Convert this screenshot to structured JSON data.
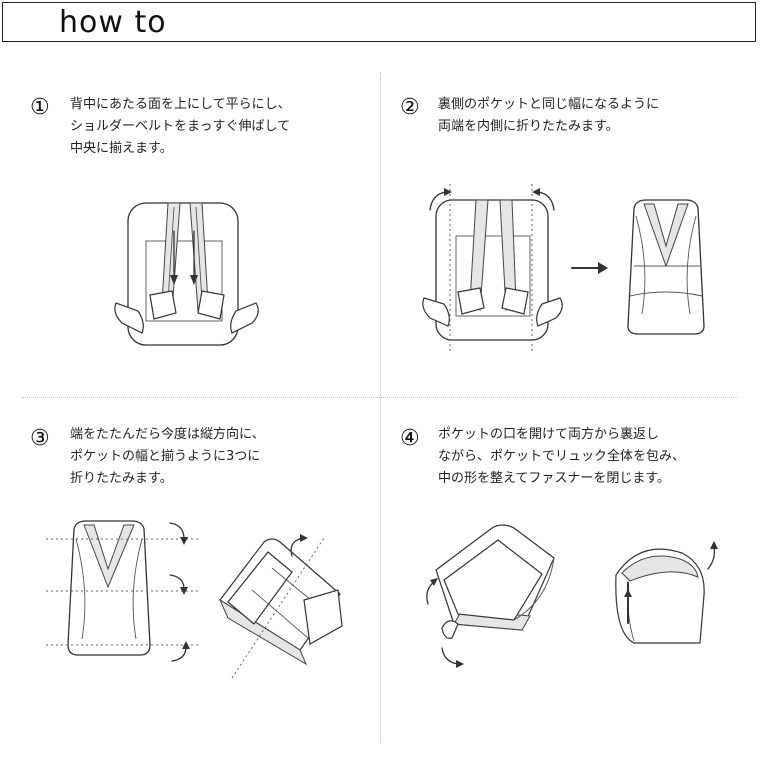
{
  "header": {
    "title": "how to"
  },
  "steps": [
    {
      "number": "①",
      "lines": [
        "背中にあたる面を上にして平らにし、",
        "ショルダーベルトをまっすぐ伸ばして",
        "中央に揃えます。"
      ]
    },
    {
      "number": "②",
      "lines": [
        "裏側のポケットと同じ幅になるように",
        "両端を内側に折りたたみます。"
      ]
    },
    {
      "number": "③",
      "lines": [
        "端をたたんだら今度は縦方向に、",
        "ポケットの幅と揃うように3つに",
        "折りたたみます。"
      ]
    },
    {
      "number": "④",
      "lines": [
        "ポケットの口を開けて両方から裏返し",
        "ながら、ポケットでリュック全体を包み、",
        "中の形を整えてファスナーを閉じます。"
      ]
    }
  ]
}
